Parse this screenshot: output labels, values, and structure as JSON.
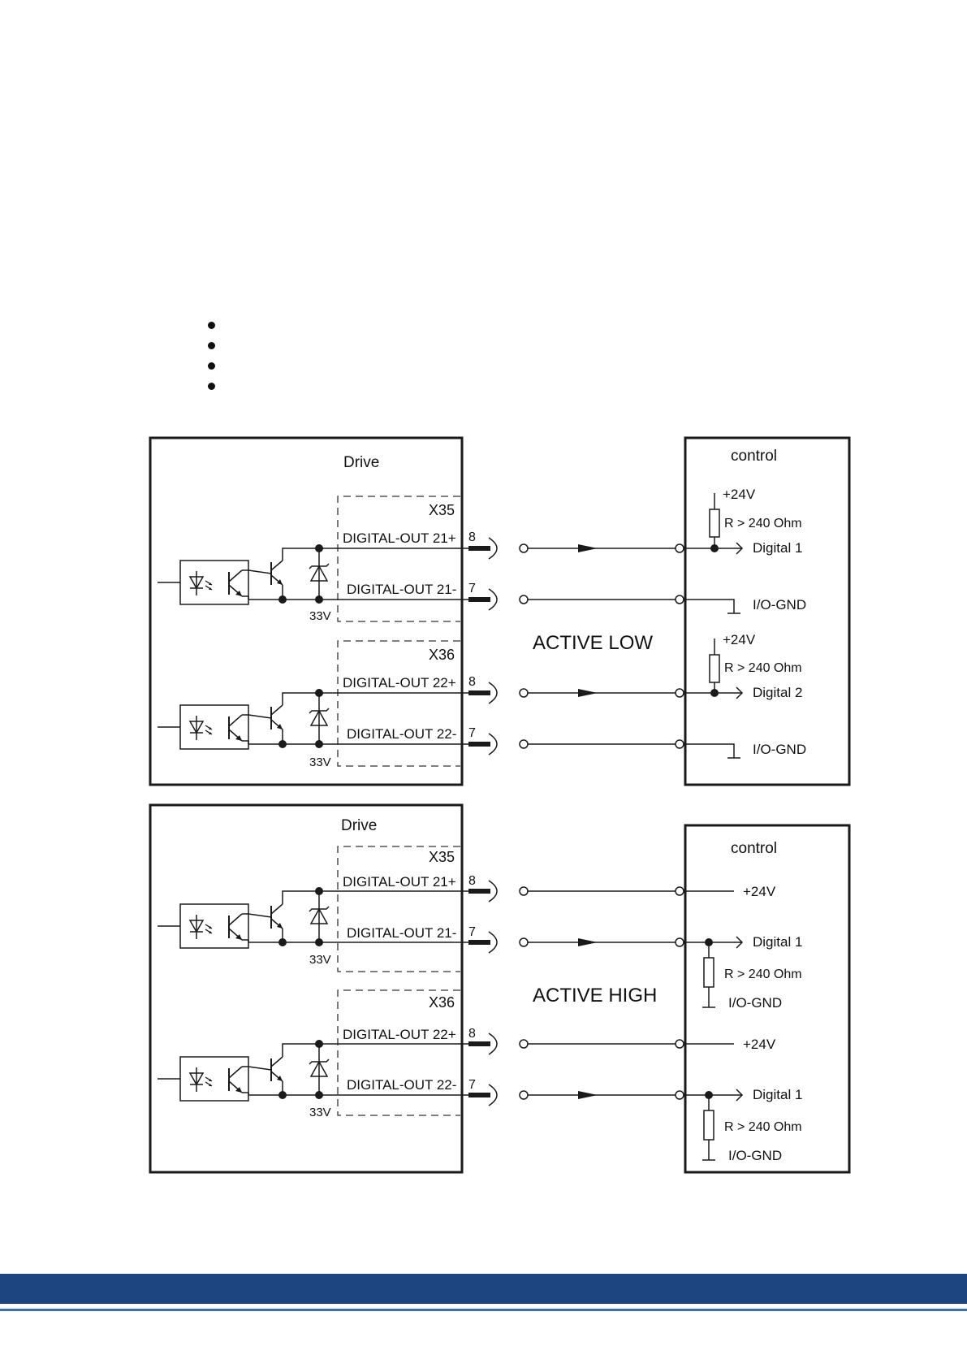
{
  "colors": {
    "footer_band": "#1d4580",
    "footer_line": "#3a6fb3",
    "stroke": "#1a1a1a"
  },
  "bullets": {
    "count": 4
  },
  "top_panel": {
    "drive_title": "Drive",
    "control_title": "control",
    "mode_label": "ACTIVE LOW",
    "x35": "X35",
    "x36": "X36",
    "out21p": "DIGITAL-OUT 21+",
    "out21m": "DIGITAL-OUT 21-",
    "out22p": "DIGITAL-OUT 22+",
    "out22m": "DIGITAL-OUT 22-",
    "pin8": "8",
    "pin7": "7",
    "v33": "33V",
    "plus24v": "+24V",
    "resistor": "R > 240 Ohm",
    "digital1": "Digital 1",
    "digital2": "Digital 2",
    "iognd": "I/O-GND"
  },
  "bottom_panel": {
    "drive_title": "Drive",
    "control_title": "control",
    "mode_label": "ACTIVE HIGH",
    "x35": "X35",
    "x36": "X36",
    "out21p": "DIGITAL-OUT 21+",
    "out21m": "DIGITAL-OUT 21-",
    "out22p": "DIGITAL-OUT 22+",
    "out22m": "DIGITAL-OUT 22-",
    "pin8": "8",
    "pin7": "7",
    "v33": "33V",
    "plus24v": "+24V",
    "resistor": "R > 240 Ohm",
    "digital1": "Digital 1",
    "iognd": "I/O-GND"
  }
}
